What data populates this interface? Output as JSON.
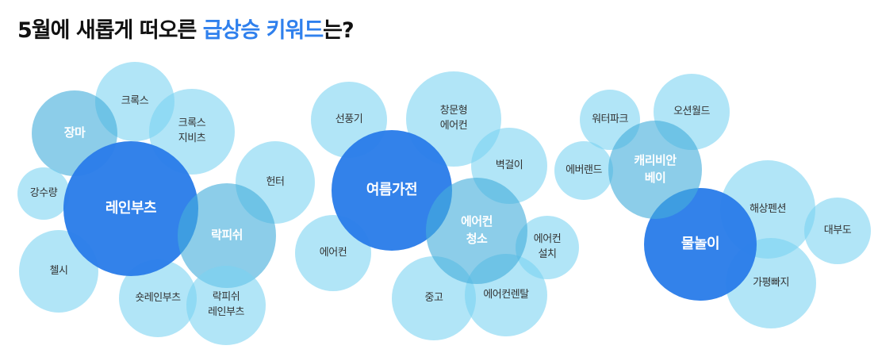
{
  "title": {
    "prefix": "5월에 새롭게 떠오른 ",
    "highlight": "급상승 키워드",
    "suffix": "는?"
  },
  "colors": {
    "highlight": "#2f80ed",
    "main_bubble": "#2b7de9",
    "light_bubble": "#78d3f2",
    "mid_bubble": "#46afdc"
  },
  "clusters": [
    {
      "main": "레인부츠",
      "keywords": [
        "장마",
        "크록스",
        "크록스\n지비츠",
        "강수량",
        "헌터",
        "락피쉬",
        "첼시",
        "숏레인부츠",
        "락피쉬\n레인부츠"
      ]
    },
    {
      "main": "여름가전",
      "keywords": [
        "선풍기",
        "창문형\n에어컨",
        "벽걸이",
        "에어컨",
        "에어컨\n청소",
        "에어컨\n설치",
        "중고",
        "에어컨렌탈"
      ]
    },
    {
      "main": "물놀이",
      "keywords": [
        "워터파크",
        "오션월드",
        "에버랜드",
        "캐리비안\n베이",
        "해상펜션",
        "대부도",
        "가평빠지"
      ]
    }
  ]
}
